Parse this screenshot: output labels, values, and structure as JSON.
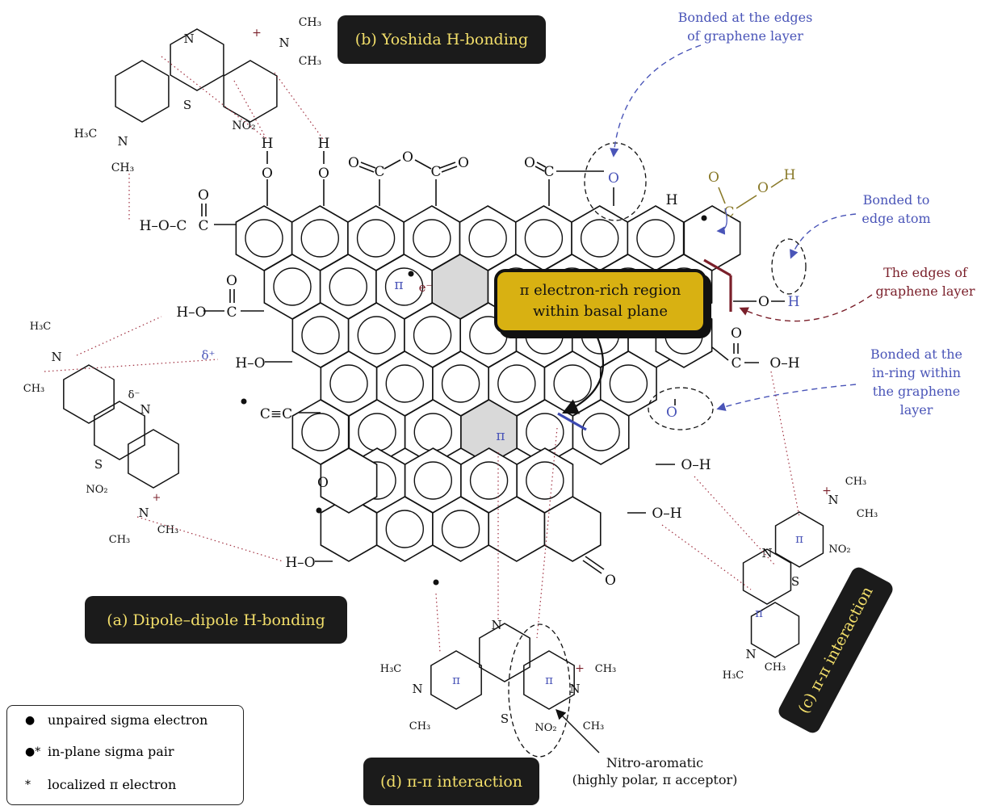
{
  "labels": {
    "a": "(a) Dipole–dipole H-bonding",
    "b": "(b) Yoshida H-bonding",
    "c": "(c) π-π interaction",
    "d": "(d) π-π interaction"
  },
  "callouts": {
    "edges_bonded": [
      "Bonded at the edges",
      "of graphene layer"
    ],
    "edge_atom": [
      "Bonded to",
      "edge atom"
    ],
    "edges_of_layer": [
      "The edges of",
      "graphene layer"
    ],
    "in_ring": [
      "Bonded at the",
      "in-ring within",
      "the graphene",
      "layer"
    ]
  },
  "pi_region": [
    "π electron-rich region",
    "within basal plane"
  ],
  "nitro_note": [
    "Nitro-aromatic",
    "(highly polar, π acceptor)"
  ],
  "legend": {
    "items": [
      {
        "symbol": "●",
        "text": "unpaired sigma electron"
      },
      {
        "symbol": "●*",
        "text": "in-plane sigma pair"
      },
      {
        "symbol": "*",
        "text": "localized π electron"
      }
    ]
  },
  "atoms": {
    "H": "H",
    "O": "O",
    "C": "C",
    "N": "N",
    "S": "S",
    "H_O": "H–O",
    "O_H": "O–H",
    "H_O_C": "H–O–C",
    "pi": "π",
    "e": "e⁻",
    "delta_plus": "δ⁺",
    "delta_minus": "δ⁻",
    "plus": "+",
    "CH3": "CH₃",
    "H3C": "H₃C",
    "NO2": "NO₂",
    "CC": "C≡C"
  },
  "colors": {
    "callout": "#4a55b8",
    "maroon": "#7a1f2a",
    "carboxyl": "#8a7a2a",
    "box_bg": "#1b1b1b",
    "box_text": "#f3df6a",
    "pi_box": "#d8b112",
    "shaded_ring": "#d9d9d9",
    "interaction_dots": "#a03040"
  }
}
